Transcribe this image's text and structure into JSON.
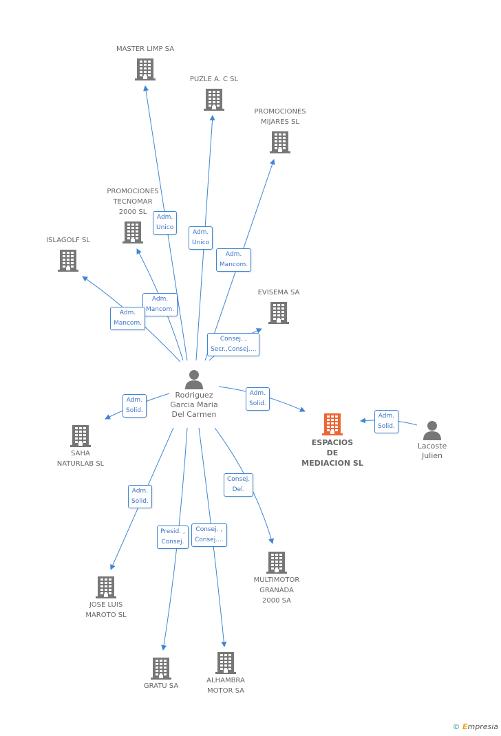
{
  "colors": {
    "edge": "#3f85d3",
    "company": "#777777",
    "company_main": "#ee6633",
    "person": "#777777"
  },
  "nodes": [
    {
      "id": "master",
      "label": "MASTER LIMP SA",
      "kind": "company"
    },
    {
      "id": "puzle",
      "label": "PUZLE A.  C SL",
      "kind": "company"
    },
    {
      "id": "mijares",
      "label": "PROMOCIONES\nMIJARES SL",
      "kind": "company"
    },
    {
      "id": "tecnomar",
      "label": "PROMOCIONES\nTECNOMAR\n2000 SL",
      "kind": "company"
    },
    {
      "id": "islagolf",
      "label": "ISLAGOLF  SL",
      "kind": "company"
    },
    {
      "id": "evisema",
      "label": "EVISEMA SA",
      "kind": "company"
    },
    {
      "id": "rodriguez",
      "label": "Rodriguez\nGarcia Maria\nDel Carmen",
      "kind": "person"
    },
    {
      "id": "espacios",
      "label": "ESPACIOS\nDE\nMEDIACION SL",
      "kind": "company_main"
    },
    {
      "id": "lacoste",
      "label": "Lacoste\nJulien",
      "kind": "person"
    },
    {
      "id": "saha",
      "label": "SAHA\nNATURLAB SL",
      "kind": "company"
    },
    {
      "id": "multimotor",
      "label": "MULTIMOTOR\nGRANADA\n2000 SA",
      "kind": "company"
    },
    {
      "id": "maroto",
      "label": "JOSE LUIS\nMAROTO SL",
      "kind": "company"
    },
    {
      "id": "gratu",
      "label": "GRATU SA",
      "kind": "company"
    },
    {
      "id": "alhambra",
      "label": "ALHAMBRA\nMOTOR SA",
      "kind": "company"
    }
  ],
  "relations": [
    {
      "label": "Adm.\nUnico"
    },
    {
      "label": "Adm.\nUnico"
    },
    {
      "label": "Adm.\nMancom."
    },
    {
      "label": "Adm.\nMancom."
    },
    {
      "label": "Adm.\nMancom."
    },
    {
      "label": "Consej. ,\nSecr.,Consej...."
    },
    {
      "label": "Adm.\nSolid."
    },
    {
      "label": "Adm.\nSolid."
    },
    {
      "label": "Adm.\nSolid."
    },
    {
      "label": "Consej.\nDel."
    },
    {
      "label": "Adm.\nSolid."
    },
    {
      "label": "Presid. ,\nConsej."
    },
    {
      "label": "Consej. ,\nConsej...."
    }
  ],
  "brand": {
    "symbol": "©",
    "e": "E",
    "rest": "mpresia"
  }
}
